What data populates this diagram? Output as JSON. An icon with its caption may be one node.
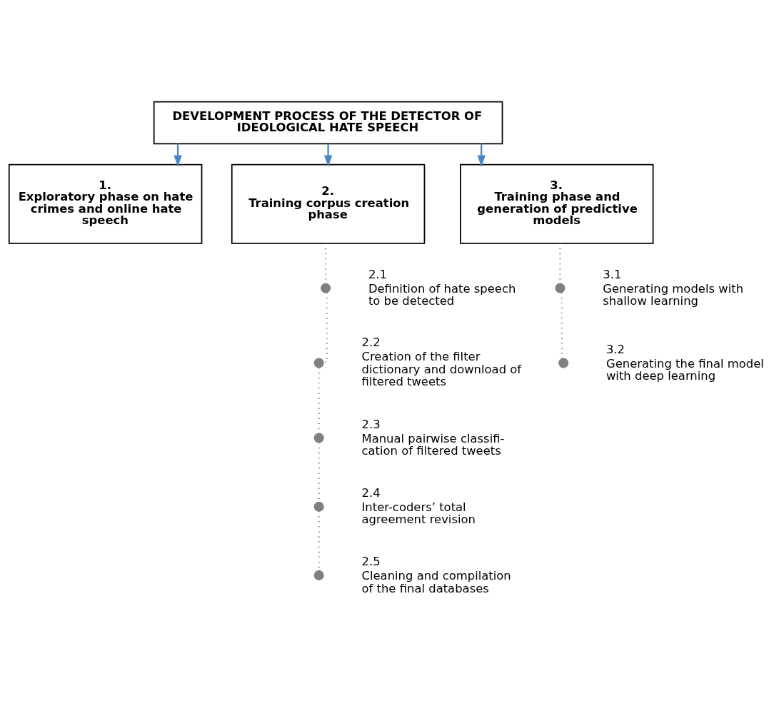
{
  "diagram": {
    "nodes": [
      {
        "text": [
          "DEVELOPMENT PROCESS OF THE DETECTOR OF IDEOLOGICAL HATE SPEECH"
        ]
      },
      {
        "text": [
          "1.",
          "Exploratory phase on hate crimes and online hate speech"
        ]
      },
      {
        "text": [
          "2.",
          "Training corpus creation phase"
        ]
      },
      {
        "text": [
          "3.",
          "Training phase and generation of predictive models"
        ]
      },
      {
        "text": [],
        "shape": "circle",
        "beside": [
          "2.1",
          "Definition of hate speech to be detected"
        ]
      },
      {
        "text": [],
        "shape": "circle",
        "beside": [
          "2.2",
          "Creation of the filter dictionary and download of filtered tweets"
        ]
      },
      {
        "text": [],
        "shape": "circle",
        "beside": [
          "2.3",
          "Manual pairwise classifi-cation of filtered tweets"
        ]
      },
      {
        "text": [],
        "shape": "circle",
        "beside": [
          "2.4",
          "Inter-coders’ total agreement revision"
        ]
      },
      {
        "text": [],
        "shape": "circle",
        "beside": [
          "2.5",
          "Cleaning and compilation of the final databases"
        ]
      },
      {
        "text": [],
        "shape": "circle",
        "beside": [
          "3.1",
          "Generating models with shallow learning"
        ]
      },
      {
        "text": [],
        "shape": "circle",
        "beside": [
          "3.2",
          "Generating the final model with deep learning"
        ]
      }
    ],
    "edges": [
      {
        "from": 0,
        "to": 1,
        "arrow": "to"
      },
      {
        "from": 0,
        "to": 2,
        "arrow": "to"
      },
      {
        "from": 0,
        "to": 3,
        "arrow": "to"
      },
      {
        "from": 2,
        "to": 4,
        "arrow": "none",
        "style": "dashed",
        "color": "#808080"
      },
      {
        "from": 4,
        "to": 5,
        "arrow": "none",
        "style": "dashed",
        "color": "#808080"
      },
      {
        "from": 5,
        "to": 6,
        "arrow": "none",
        "style": "dashed",
        "color": "#808080"
      },
      {
        "from": 6,
        "to": 7,
        "arrow": "none",
        "style": "dashed",
        "color": "#808080"
      },
      {
        "from": 7,
        "to": 8,
        "arrow": "none",
        "style": "dashed",
        "color": "#808080"
      },
      {
        "from": 3,
        "to": 9,
        "arrow": "none",
        "style": "dashed",
        "color": "#808080"
      },
      {
        "from": 9,
        "to": 10,
        "arrow": "none",
        "style": "dashed",
        "color": "#808080"
      }
    ]
  }
}
